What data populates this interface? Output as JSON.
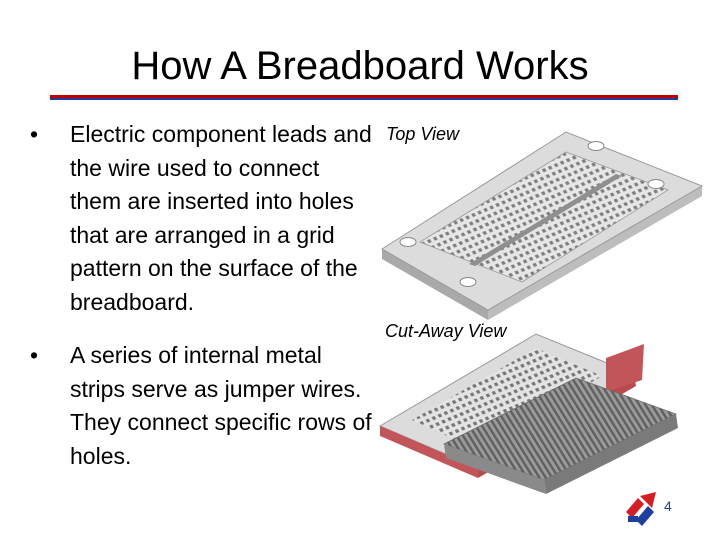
{
  "slide": {
    "title": "How A Breadboard Works",
    "bullets": [
      {
        "marker": "•",
        "text": "Electric component leads and the wire used to connect them are inserted into holes that are arranged in a grid pattern on the surface of the breadboard."
      },
      {
        "marker": "•",
        "text": "A series of internal metal strips serve as jumper wires. They connect specific rows of holes."
      }
    ],
    "figures": {
      "top_caption": "Top View",
      "cutaway_caption": "Cut-Away View"
    },
    "page_number": "4",
    "colors": {
      "rule_red": "#c00000",
      "rule_blue": "#1f3f9f",
      "board_gray": "#d4d4d4",
      "cutaway_red": "#c2555a"
    },
    "icons": [
      "breadboard-top-view-illustration",
      "breadboard-cutaway-illustration",
      "logo-icon"
    ]
  }
}
